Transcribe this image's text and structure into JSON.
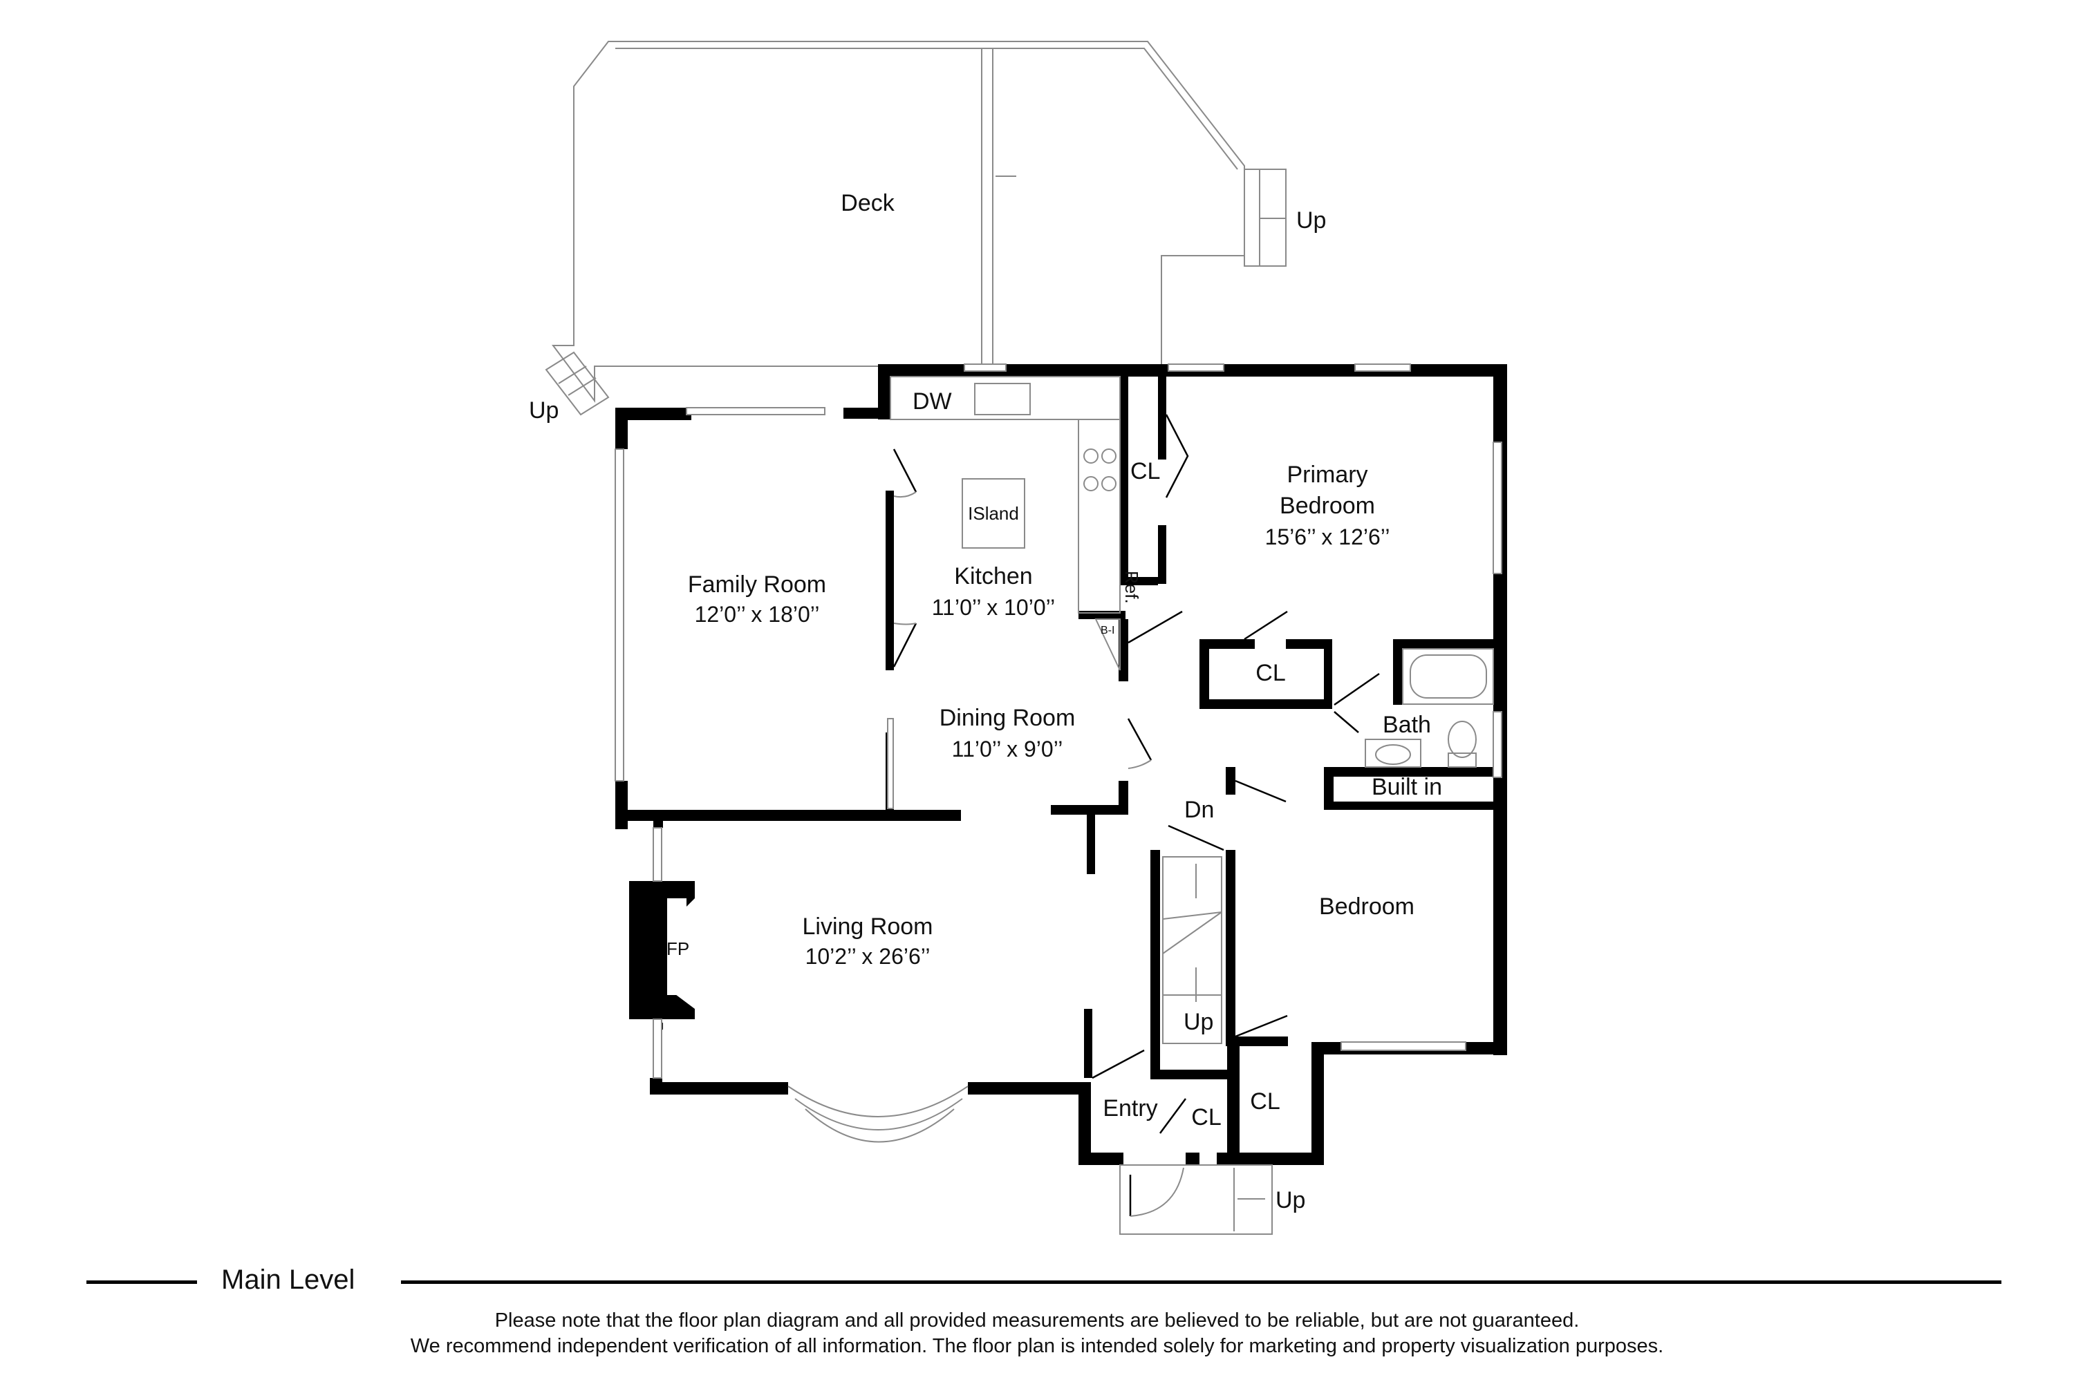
{
  "plan": {
    "level_title": "Main Level",
    "disclaimer_line1": "Please note that the floor plan diagram and all provided measurements are believed to be reliable, but are not guaranteed.",
    "disclaimer_line2": "We recommend independent verification of all information. The floor plan is intended solely for marketing and property visualization purposes."
  },
  "rooms": {
    "deck": {
      "name": "Deck"
    },
    "family_room": {
      "name": "Family Room",
      "dims": "12’0’’ x 18’0’’"
    },
    "kitchen": {
      "name": "Kitchen",
      "dims": "11’0’’ x 10’0’’"
    },
    "dining_room": {
      "name": "Dining Room",
      "dims": "11’0’’ x 9’0’’"
    },
    "living_room": {
      "name": "Living Room",
      "dims": "10’2’’ x 26’6’’"
    },
    "primary_bedroom": {
      "name_line1": "Primary",
      "name_line2": "Bedroom",
      "dims": "15’6’’ x 12’6’’"
    },
    "bedroom": {
      "name": "Bedroom"
    },
    "bath": {
      "name": "Bath"
    },
    "entry": {
      "name": "Entry"
    }
  },
  "labels": {
    "dw": "DW",
    "island": "ISland",
    "ref": "Ref.",
    "bi": "B-I",
    "cl": "CL",
    "built_in": "Built in",
    "fp": "FP",
    "up": "Up",
    "dn": "Dn"
  }
}
